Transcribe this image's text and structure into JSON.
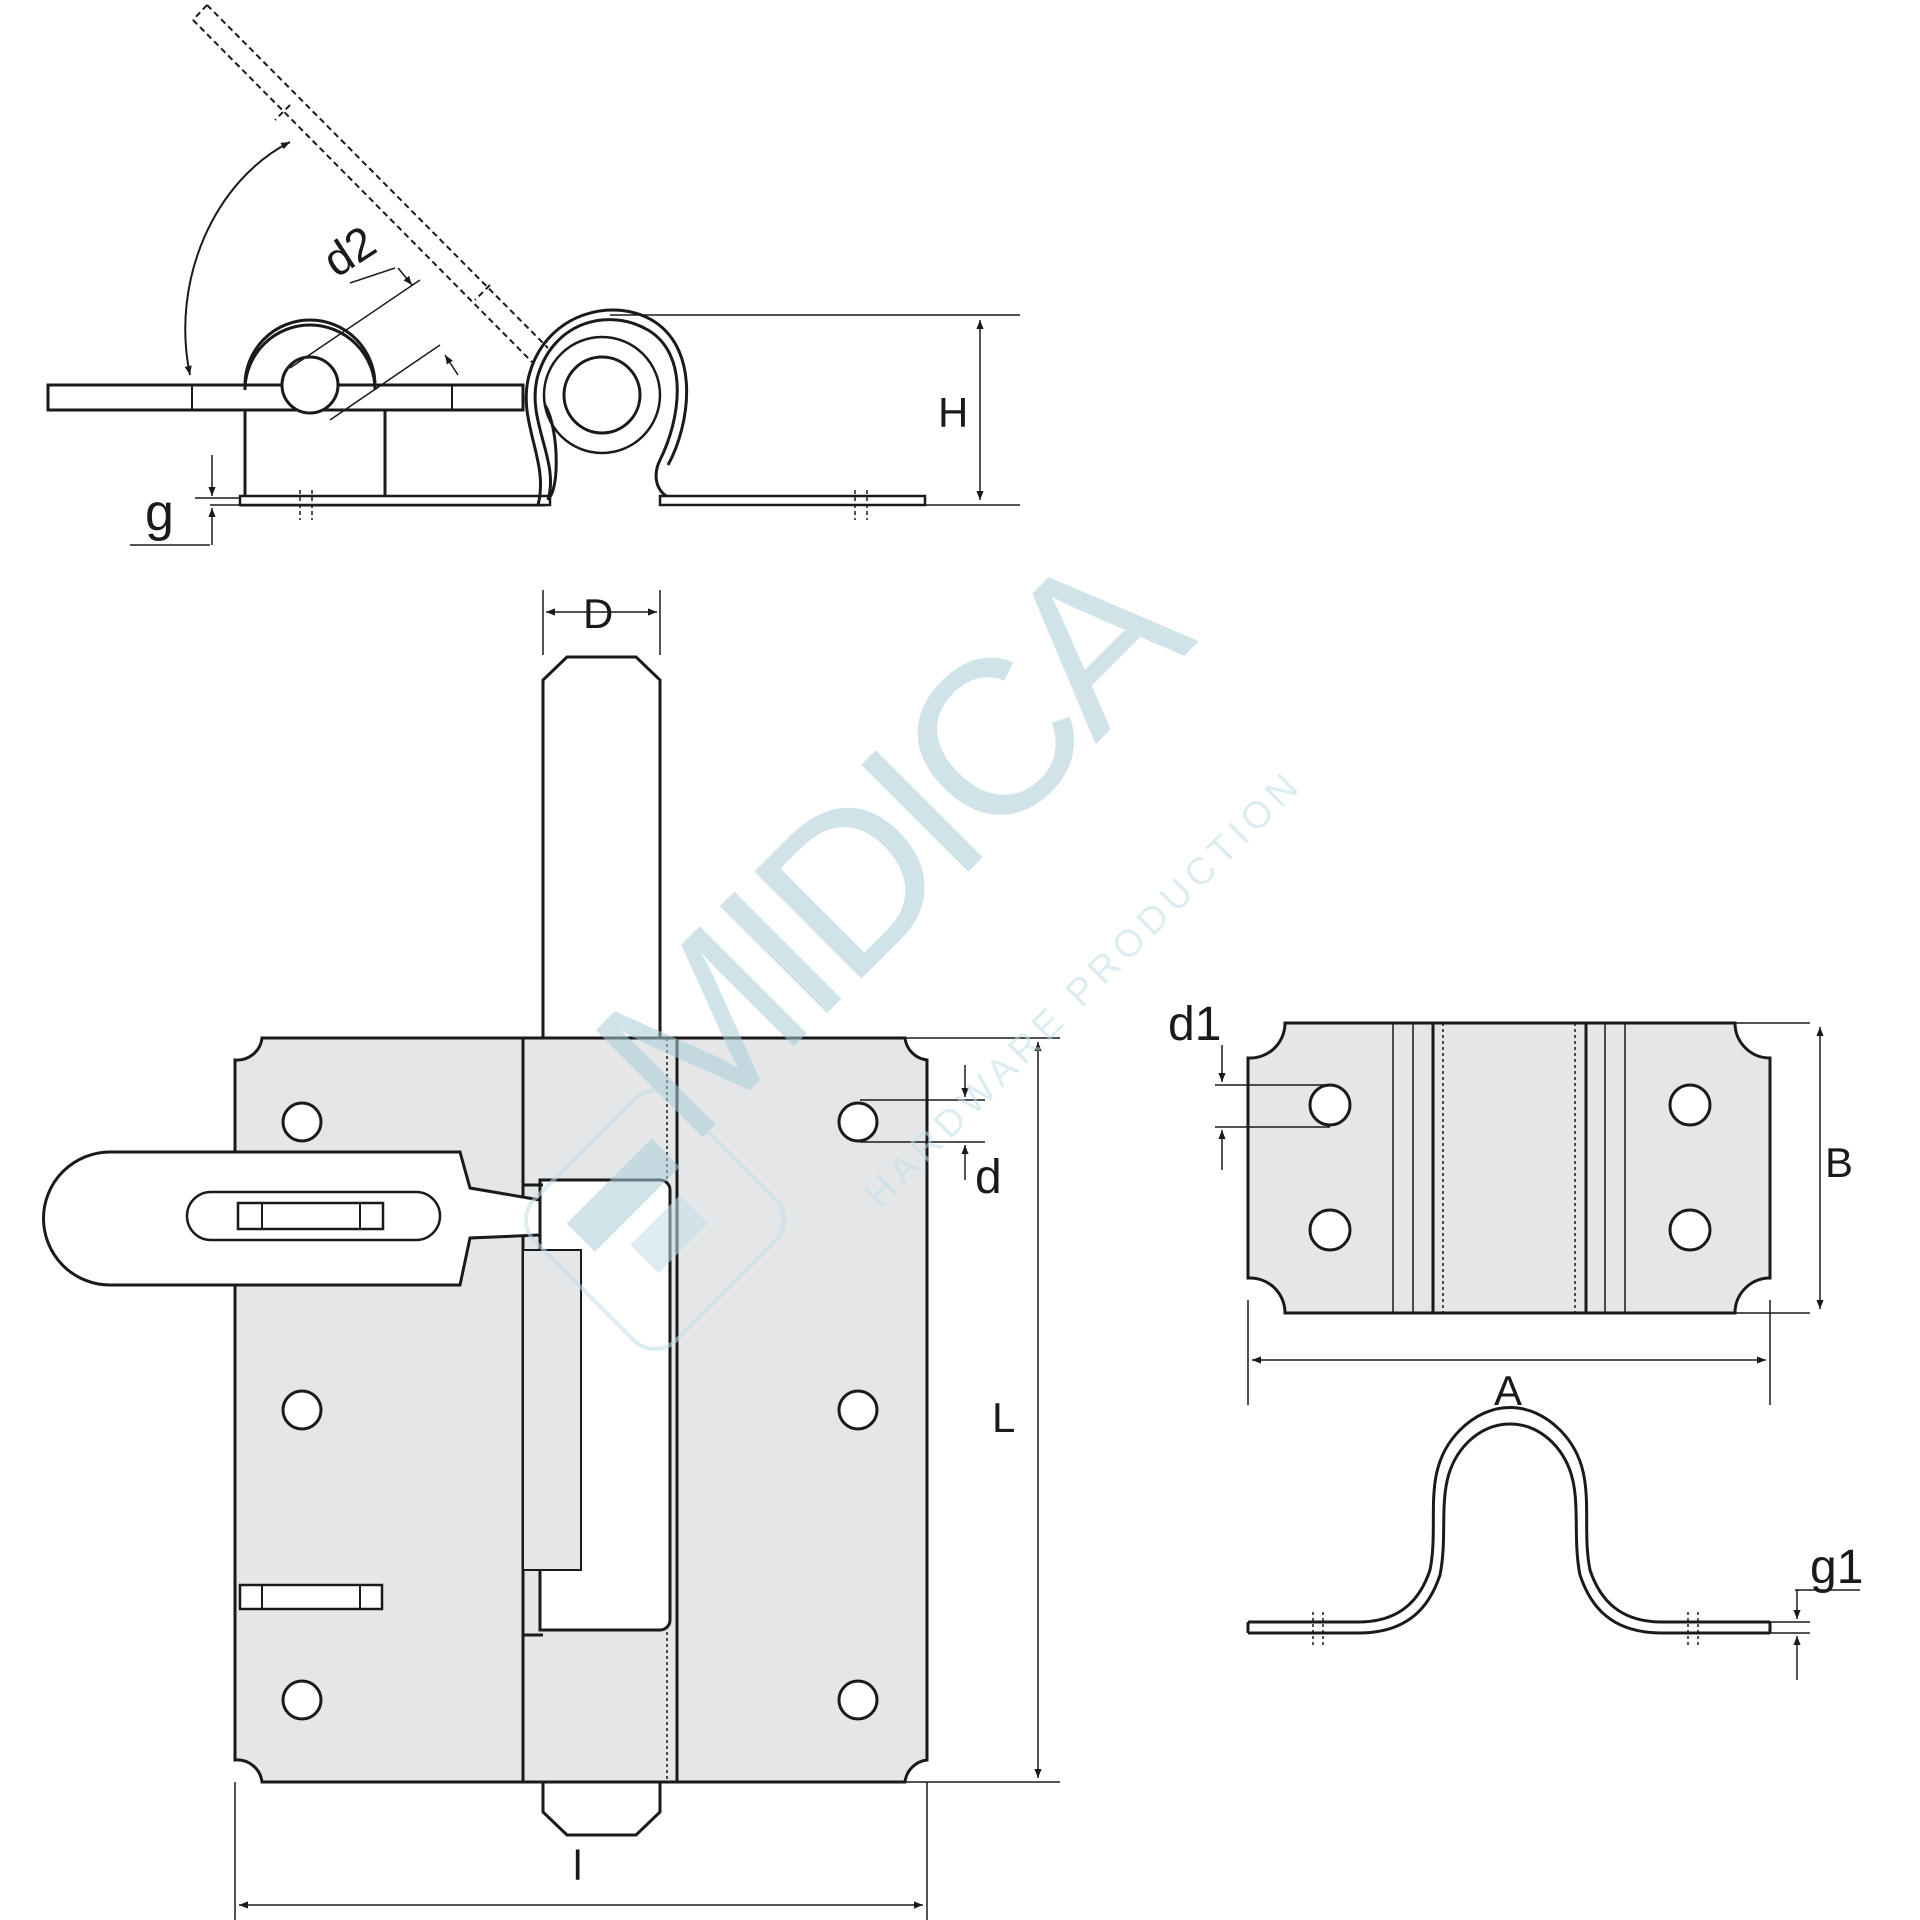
{
  "colors": {
    "stroke": "#1a1a1a",
    "plate_fill": "#e5e6e8",
    "watermark": "#a9cdd8",
    "background": "#ffffff"
  },
  "labels": {
    "d2": "d2",
    "g": "g",
    "H": "H",
    "D": "D",
    "d": "d",
    "L": "L",
    "l": "l",
    "d1": "d1",
    "B": "B",
    "A": "A",
    "g1": "g1"
  },
  "watermark": {
    "brand": "MIDICA",
    "tagline": "HARDWARE PRODUCTION"
  }
}
